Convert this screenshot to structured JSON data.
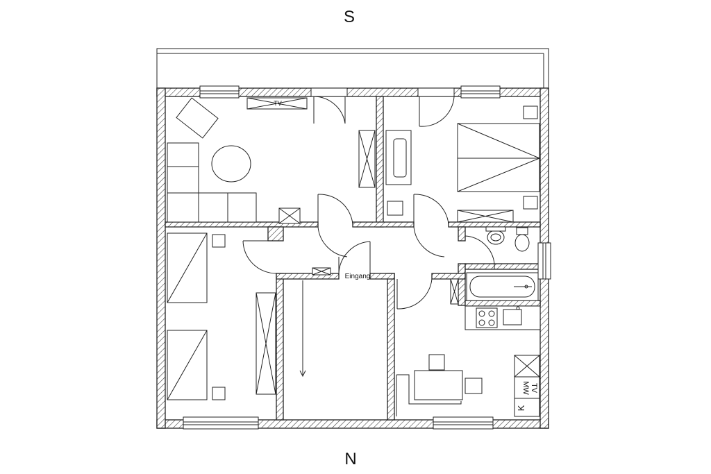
{
  "compass": {
    "top": "S",
    "bottom": "N"
  },
  "labels": {
    "tv_living": "TV",
    "entrance": "Eingang",
    "mw": "MW",
    "tv_kitchen": "TV",
    "k": "K"
  },
  "colors": {
    "line": "#222222",
    "background": "#ffffff"
  }
}
